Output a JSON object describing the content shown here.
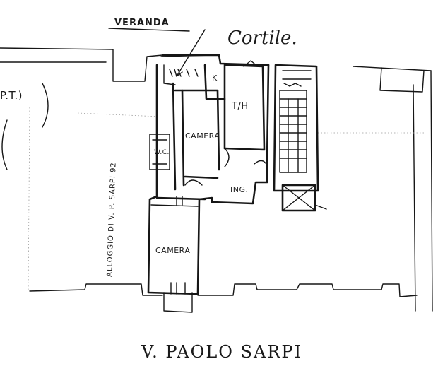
{
  "labels": {
    "veranda": "VERANDA",
    "cortile": "Cortile.",
    "k": "K",
    "th": "T/H",
    "camera_upper": "CAMERA",
    "wc": "W.C.",
    "ing": "ING.",
    "alloggio": "ALLOGGIO DI V. P. SARPI 92",
    "camera_lower": "CAMERA",
    "street": "V. PAOLO SARPI",
    "partial_left": "P.T.)"
  }
}
